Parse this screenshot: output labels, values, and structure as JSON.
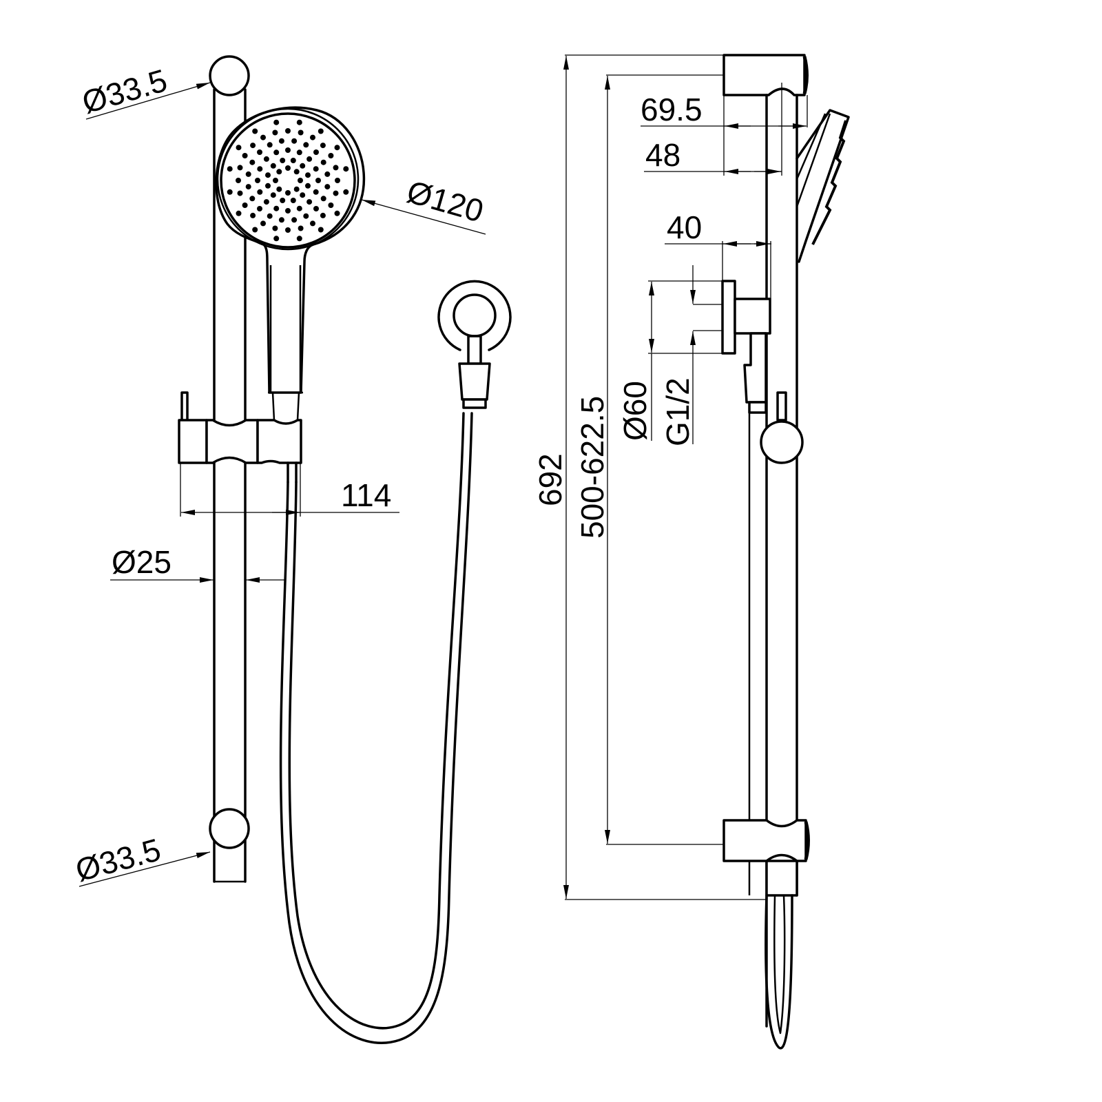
{
  "drawing": {
    "title": "Shower rail set dimension drawing",
    "views": [
      "front-view",
      "side-view"
    ],
    "stroke_color": "#000000",
    "background": "#ffffff"
  },
  "front_view": {
    "dimensions": {
      "top_bracket_diameter": "Ø33.5",
      "handshower_diameter": "Ø120",
      "slider_width": "114",
      "rail_diameter": "Ø25",
      "bottom_bracket_diameter": "Ø33.5"
    }
  },
  "side_view": {
    "dimensions": {
      "top_bracket_projection": "69.5",
      "rail_offset": "48",
      "outlet_projection": "40",
      "outlet_flange_diameter": "Ø60",
      "outlet_thread": "G1/2",
      "overall_height": "692",
      "bracket_centres": "500-622.5"
    }
  }
}
